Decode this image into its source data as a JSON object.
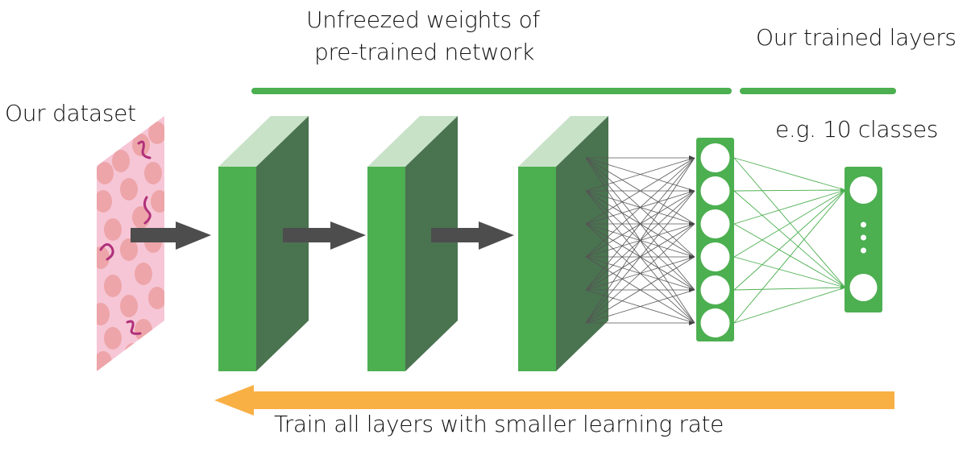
{
  "labels": {
    "unfreezed": [
      "Unfreezed weights of",
      "pre-trained network"
    ],
    "trained_layers": "Our trained layers",
    "dataset": "Our dataset",
    "classes": "e.g. 10 classes",
    "train_all": "Train all layers with smaller learning rate"
  },
  "colors": {
    "green": "#4caf50",
    "green_dark": "#4a7350",
    "green_light": "#c8e2c8",
    "arrow_gray": "#4d4d4d",
    "orange": "#f8b045",
    "dataset_pink": "#f6c6d6",
    "cell_red": "#e99a9a",
    "parasite": "#b0307a"
  },
  "network": {
    "conv_blocks": 3,
    "hidden_neurons": 6,
    "output_visible_neurons": 2,
    "output_ellipsis_dots": 3
  },
  "icons": {
    "forward_arrow": "right-arrow-icon",
    "backprop_arrow": "left-arrow-icon"
  }
}
